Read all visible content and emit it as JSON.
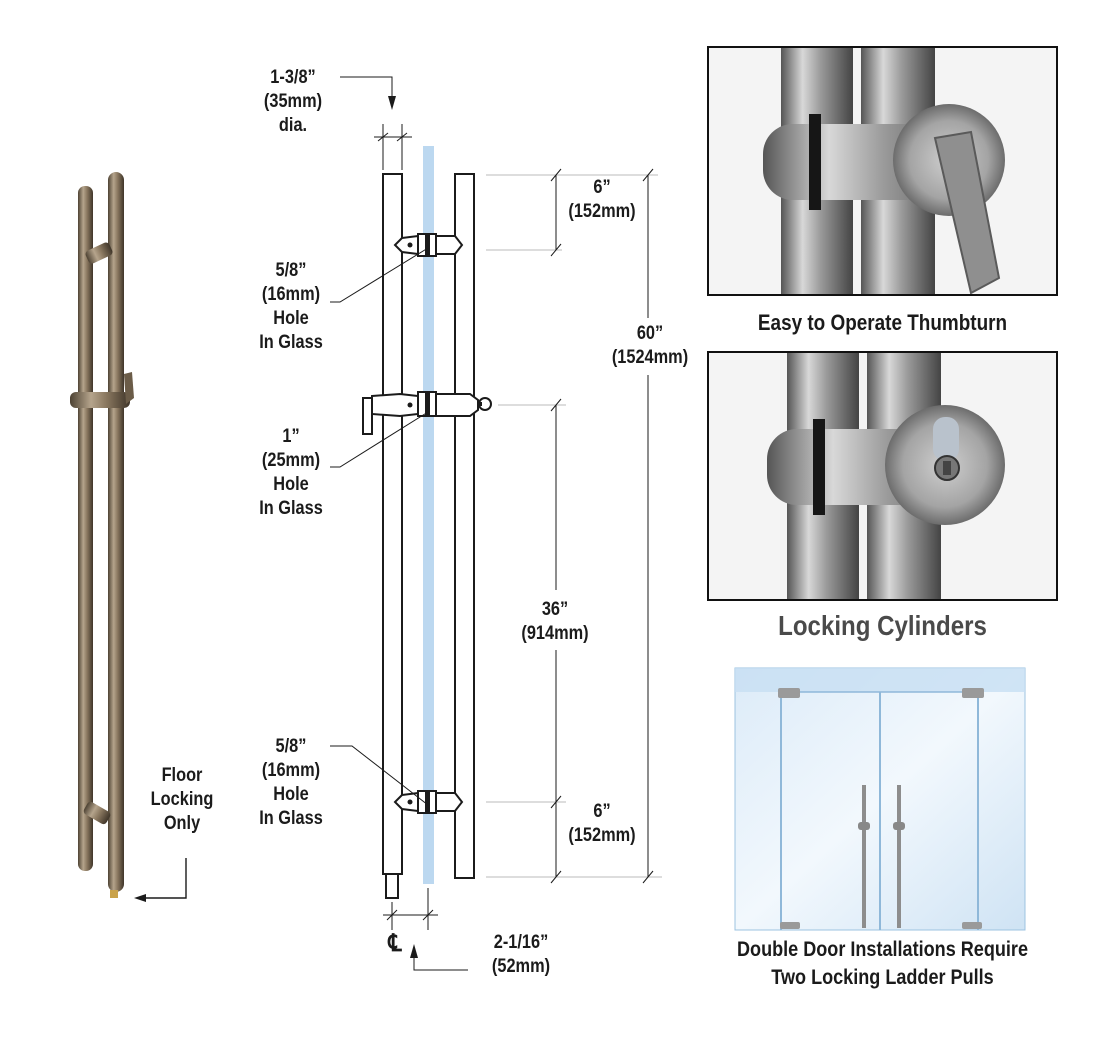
{
  "dimensions": {
    "tube_diameter": "1-3/8”\n(35mm)\ndia.",
    "top_offset": "6”\n(152mm)",
    "overall_length": "60”\n(1524mm)",
    "lock_spacing": "36”\n(914mm)",
    "bottom_offset": "6”\n(152mm)",
    "centerline_offset": "2-1/16”\n(52mm)",
    "centerline_symbol": "℄"
  },
  "callouts": {
    "top_hole": "5/8”\n(16mm)\nHole\nIn Glass",
    "middle_hole": "1”\n(25mm)\nHole\nIn Glass",
    "bottom_hole": "5/8”\n(16mm)\nHole\nIn Glass",
    "floor_lock": "Floor\nLocking\nOnly"
  },
  "captions": {
    "thumbturn": "Easy to Operate Thumbturn",
    "cylinders": "Locking Cylinders",
    "double_door": "Double Door Installations Require\nTwo Locking Ladder Pulls"
  },
  "colors": {
    "glass": "#bcd8f0",
    "line": "#1b1b1b",
    "bronze": "#7a6a55",
    "steel": "#9a9a9a",
    "caption_gray": "#4a4a4a"
  }
}
